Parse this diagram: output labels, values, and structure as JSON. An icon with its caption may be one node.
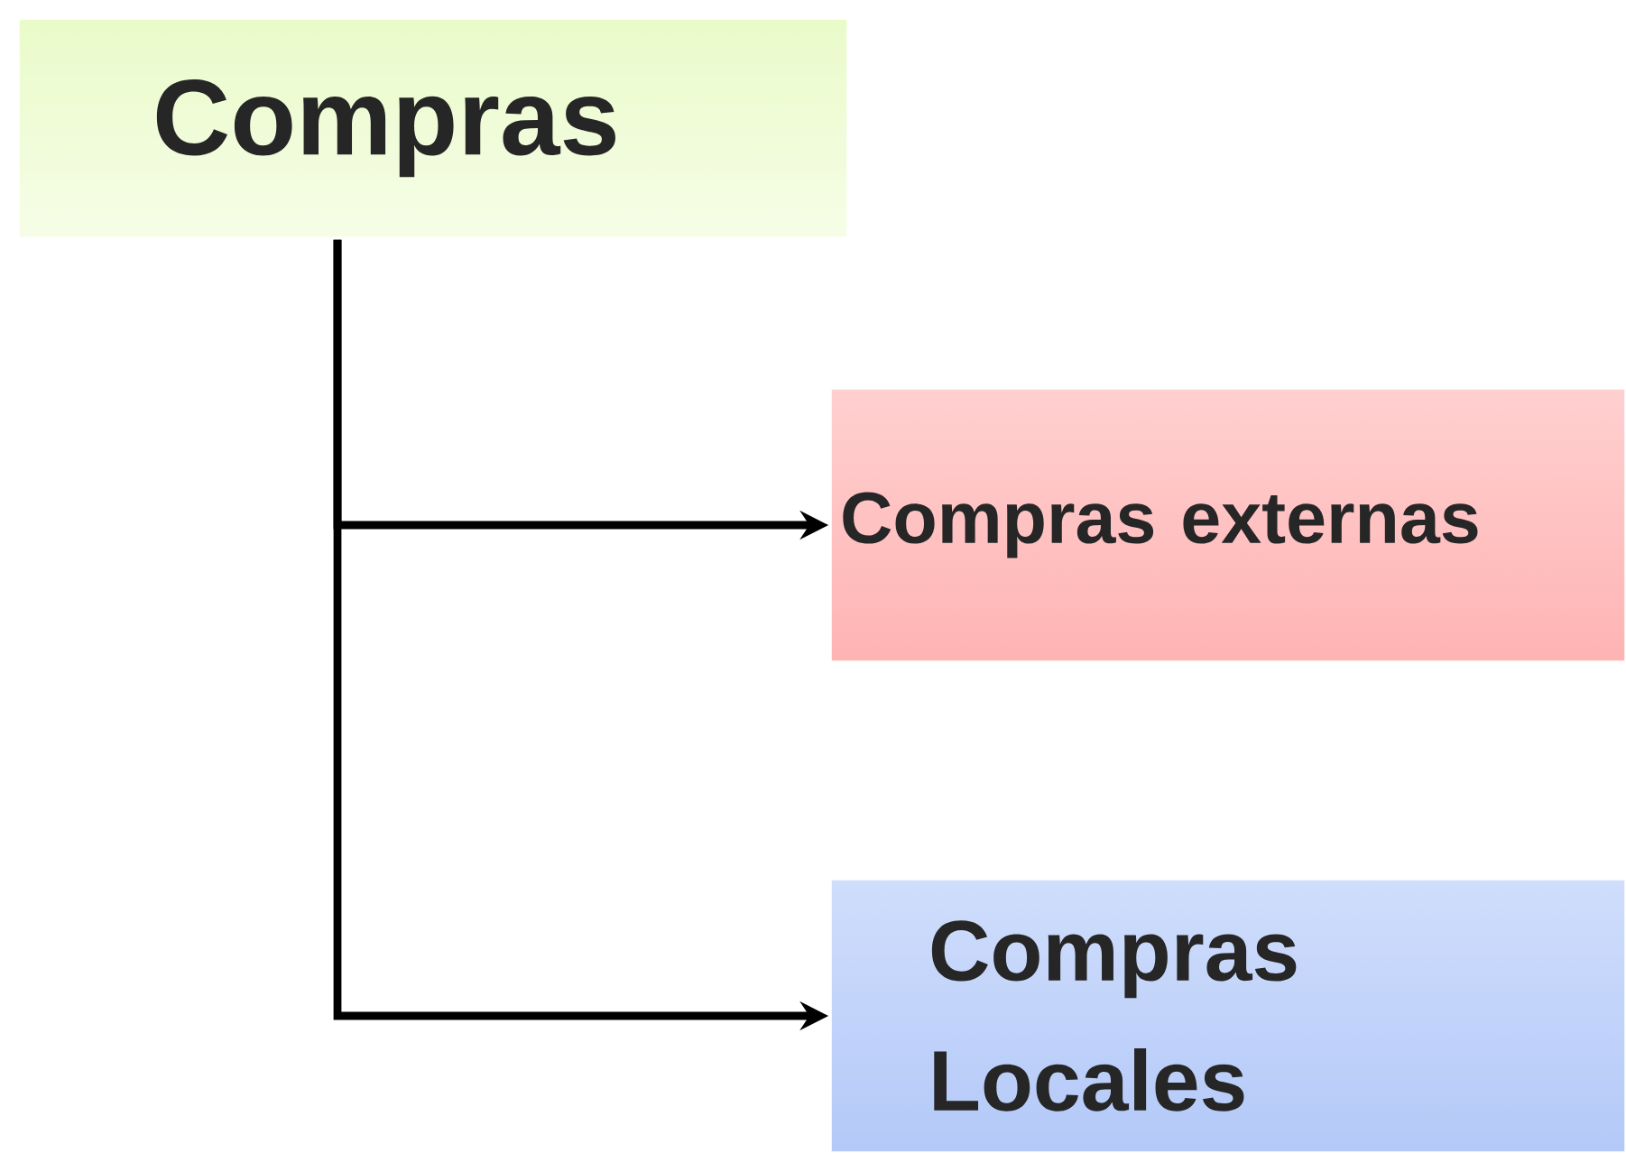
{
  "diagram": {
    "nodes": [
      {
        "text": [
          "Compras"
        ]
      },
      {
        "text": [
          "Compras externas"
        ]
      },
      {
        "text": [
          "Compras Locales"
        ]
      }
    ],
    "edges": [
      {
        "from": 0,
        "to": 1,
        "arrow": "to"
      },
      {
        "from": 0,
        "to": 2,
        "arrow": "to"
      }
    ]
  }
}
